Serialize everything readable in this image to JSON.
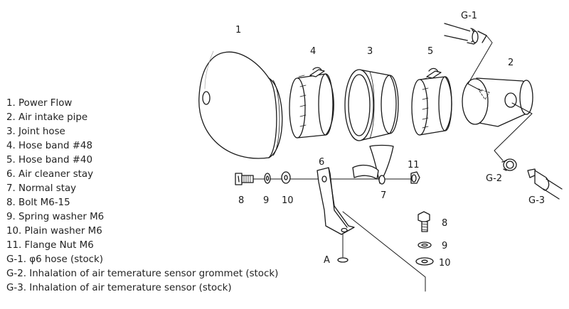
{
  "parts_list": [
    "1. Power Flow",
    "2. Air intake pipe",
    "3. Joint hose",
    "4. Hose band #48",
    "5. Hose band #40",
    "6. Air cleaner stay",
    "7. Normal stay",
    "8. Bolt M6-15",
    "9. Spring washer M6",
    "10. Plain washer M6",
    "11. Flange Nut M6",
    "G-1. φ6 hose (stock)",
    "G-2. Inhalation of air temerature sensor grommet (stock)",
    "G-3. Inhalation of air temerature sensor (stock)"
  ],
  "callouts": {
    "p1": "1",
    "p2": "2",
    "p3": "3",
    "p4": "4",
    "p5": "5",
    "p6": "6",
    "p7": "7",
    "p8_left": "8",
    "p9_left": "9",
    "p10_left": "10",
    "p11": "11",
    "p8_right": "8",
    "p9_right": "9",
    "p10_right": "10",
    "g1": "G-1",
    "g2": "G-2",
    "g3": "G-3",
    "a": "A"
  }
}
